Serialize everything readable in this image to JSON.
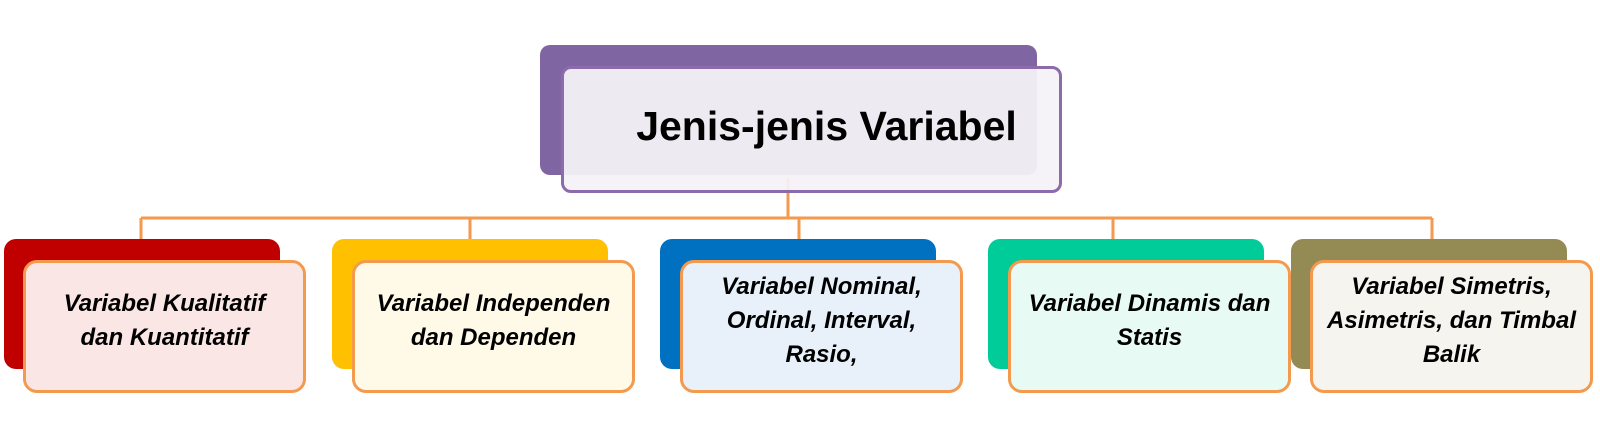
{
  "root": {
    "title": "Jenis-jenis Variabel",
    "color_back": "#7f66a3",
    "color_border": "#8b6ba9"
  },
  "connector_color": "#f39a4f",
  "children": [
    {
      "label": "Variabel Kualitatif dan Kuantitatif",
      "color": "#c00000",
      "fill": "#fbe6e6"
    },
    {
      "label": "Variabel Independen dan Dependen",
      "color": "#ffc000",
      "fill": "#fff9e8"
    },
    {
      "label": "Variabel Nominal, Ordinal, Interval, Rasio,",
      "color": "#0070c0",
      "fill": "#e8f1fa"
    },
    {
      "label": "Variabel Dinamis dan Statis",
      "color": "#00cc99",
      "fill": "#e8faf4"
    },
    {
      "label": "Variabel Simetris, Asimetris, dan Timbal Balik",
      "color": "#948a54",
      "fill": "#f5f4ef"
    }
  ]
}
